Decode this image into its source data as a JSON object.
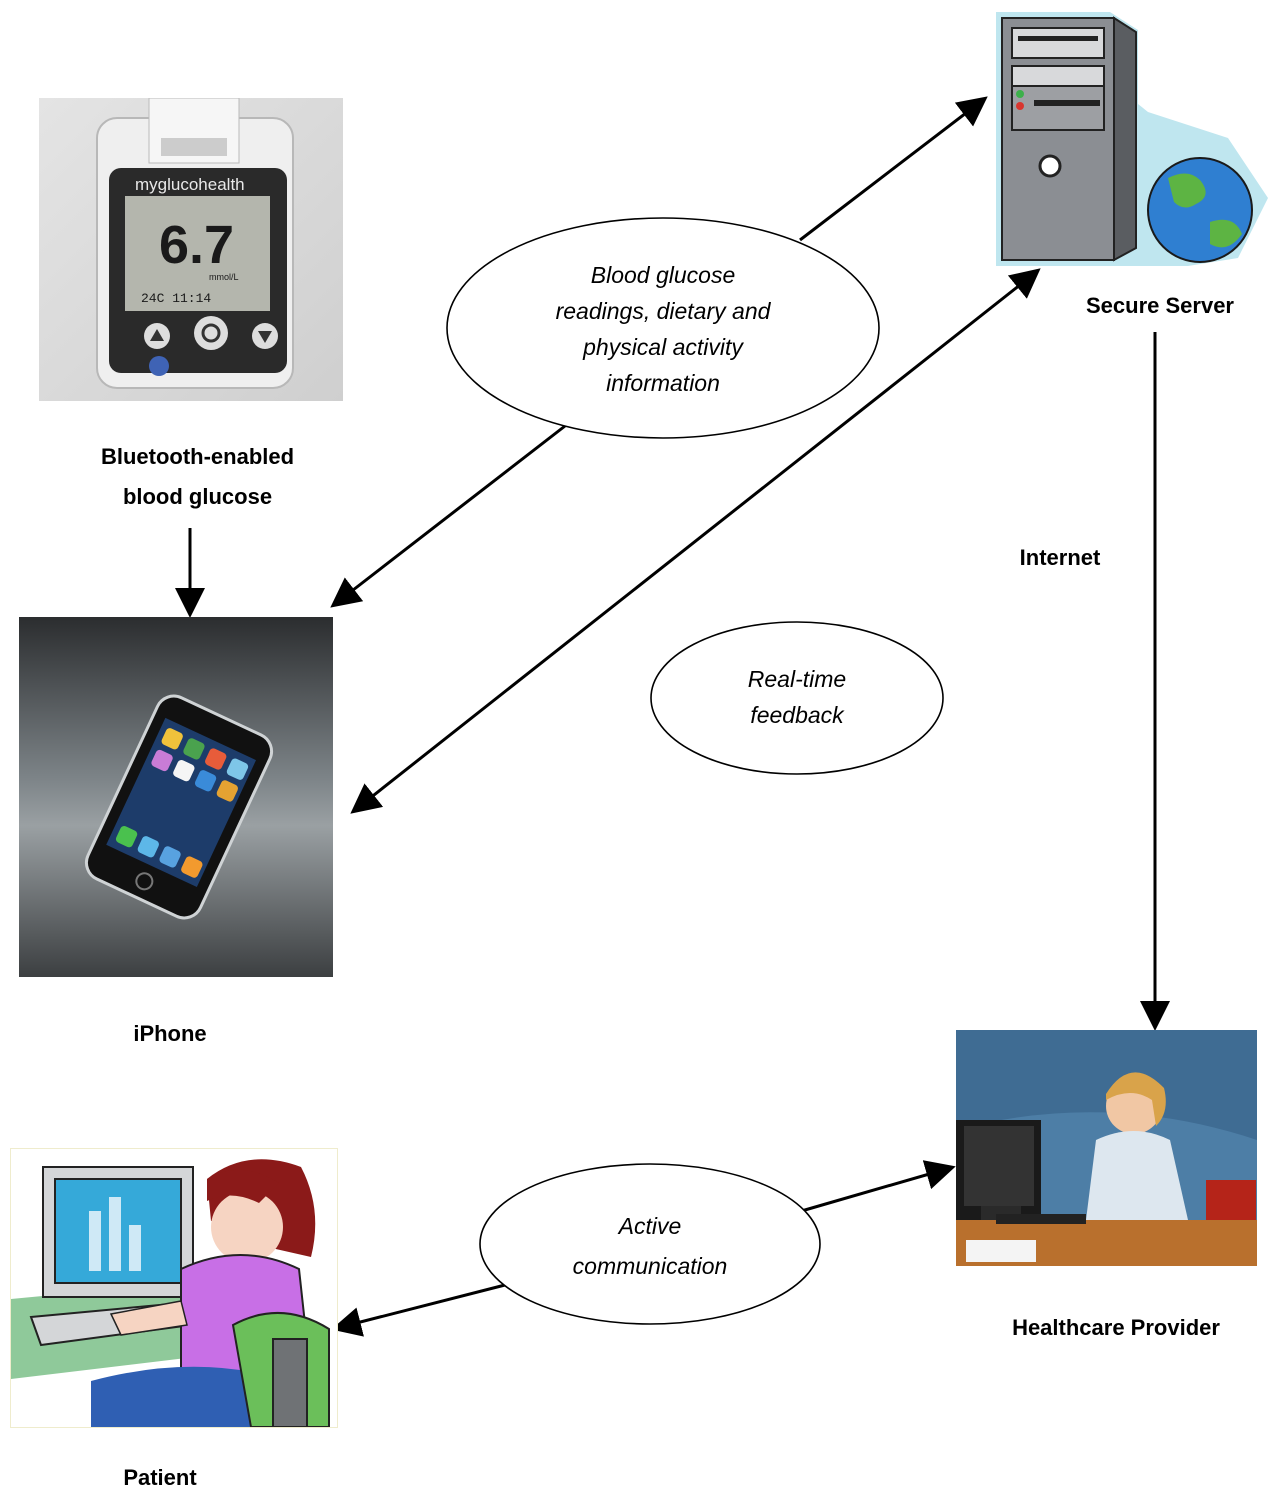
{
  "nodes": {
    "meter": {
      "label_line1": "Bluetooth-enabled",
      "label_line2": "blood glucose",
      "brand_text": "myglucohealth",
      "display_value": "6.7",
      "display_unit": "mmol/L",
      "display_info": "24C  11:14"
    },
    "phone": {
      "label": "iPhone"
    },
    "server": {
      "label": "Secure Server"
    },
    "provider": {
      "label": "Healthcare Provider"
    },
    "patient": {
      "label": "Patient"
    }
  },
  "connections": {
    "internet_label": "Internet",
    "data_oval": {
      "line1": "Blood glucose",
      "line2": "readings, dietary and",
      "line3": "physical activity",
      "line4": "information"
    },
    "feedback_oval": {
      "line1": "Real-time",
      "line2": "feedback"
    },
    "communication_oval": {
      "line1": "Active",
      "line2": "communication"
    }
  }
}
